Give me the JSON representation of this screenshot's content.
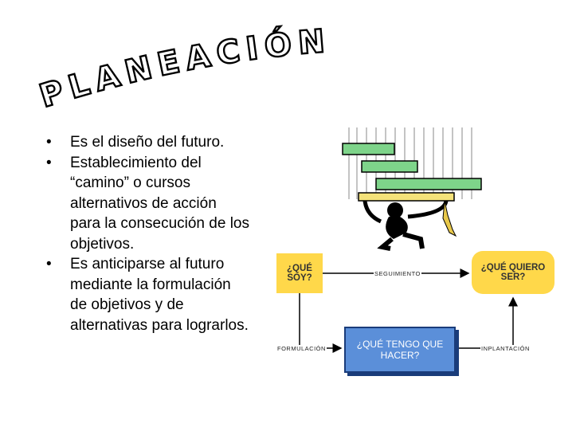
{
  "title": "PLANEACIÓN",
  "bullets": [
    {
      "text": "Es el diseño del futuro."
    },
    {
      "text": "Establecimiento del\n“camino” o cursos\nalternativos de acción\npara la consecución de los\nobjetivos."
    },
    {
      "text": "Es anticiparse al futuro\nmediante la formulación\nde objetivos y de\nalternativas para lograrlos."
    }
  ],
  "diagram": {
    "box_quien": "¿QUÉ\nSOY?",
    "box_quiero": "¿QUÉ QUIERO\nSER?",
    "box_hacer": "¿QUÉ TENGO QUE\nHACER?",
    "label_seguimiento": "SEGUIMIENTO",
    "label_formulacion": "FORMULACIÓN",
    "label_implantacion": "INPLANTACIÓN"
  },
  "colors": {
    "box_yellow": "#ffd84a",
    "box_blue": "#5b8fd9",
    "bar_green": "#7ed48a"
  }
}
